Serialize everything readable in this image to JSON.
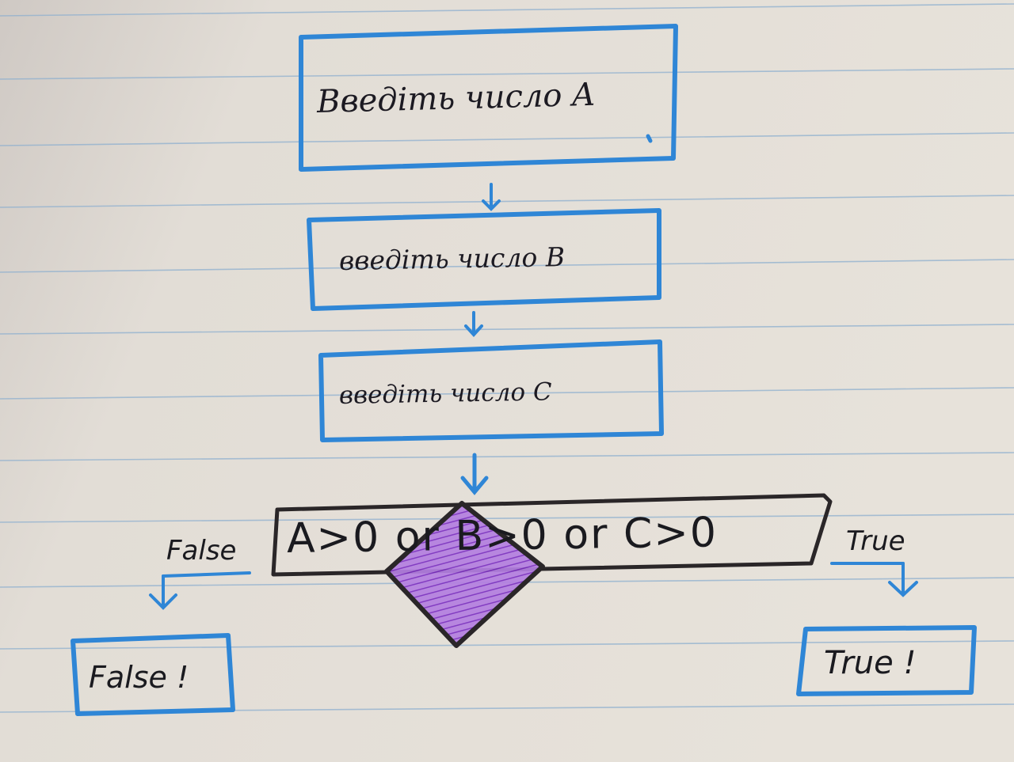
{
  "colors": {
    "paper": "#e4dfd8",
    "rule_line": "#8fb0cf",
    "margin_line": "#9fb8d4",
    "box_stroke": "#2f86d6",
    "condition_stroke": "#2a2628",
    "diamond_fill": "#9a55d0",
    "diamond_stroke": "#2a2628",
    "ink": "#1c1a22"
  },
  "steps": [
    {
      "id": "input-a",
      "label": "Введіть число A"
    },
    {
      "id": "input-b",
      "label": "введіть число B"
    },
    {
      "id": "input-c",
      "label": "введіть число C"
    }
  ],
  "decision": {
    "condition": "A>0 or B>0 or C>0",
    "false_branch_label": "False",
    "true_branch_label": "True"
  },
  "outputs": {
    "false_output": "False !",
    "true_output": "True !"
  }
}
